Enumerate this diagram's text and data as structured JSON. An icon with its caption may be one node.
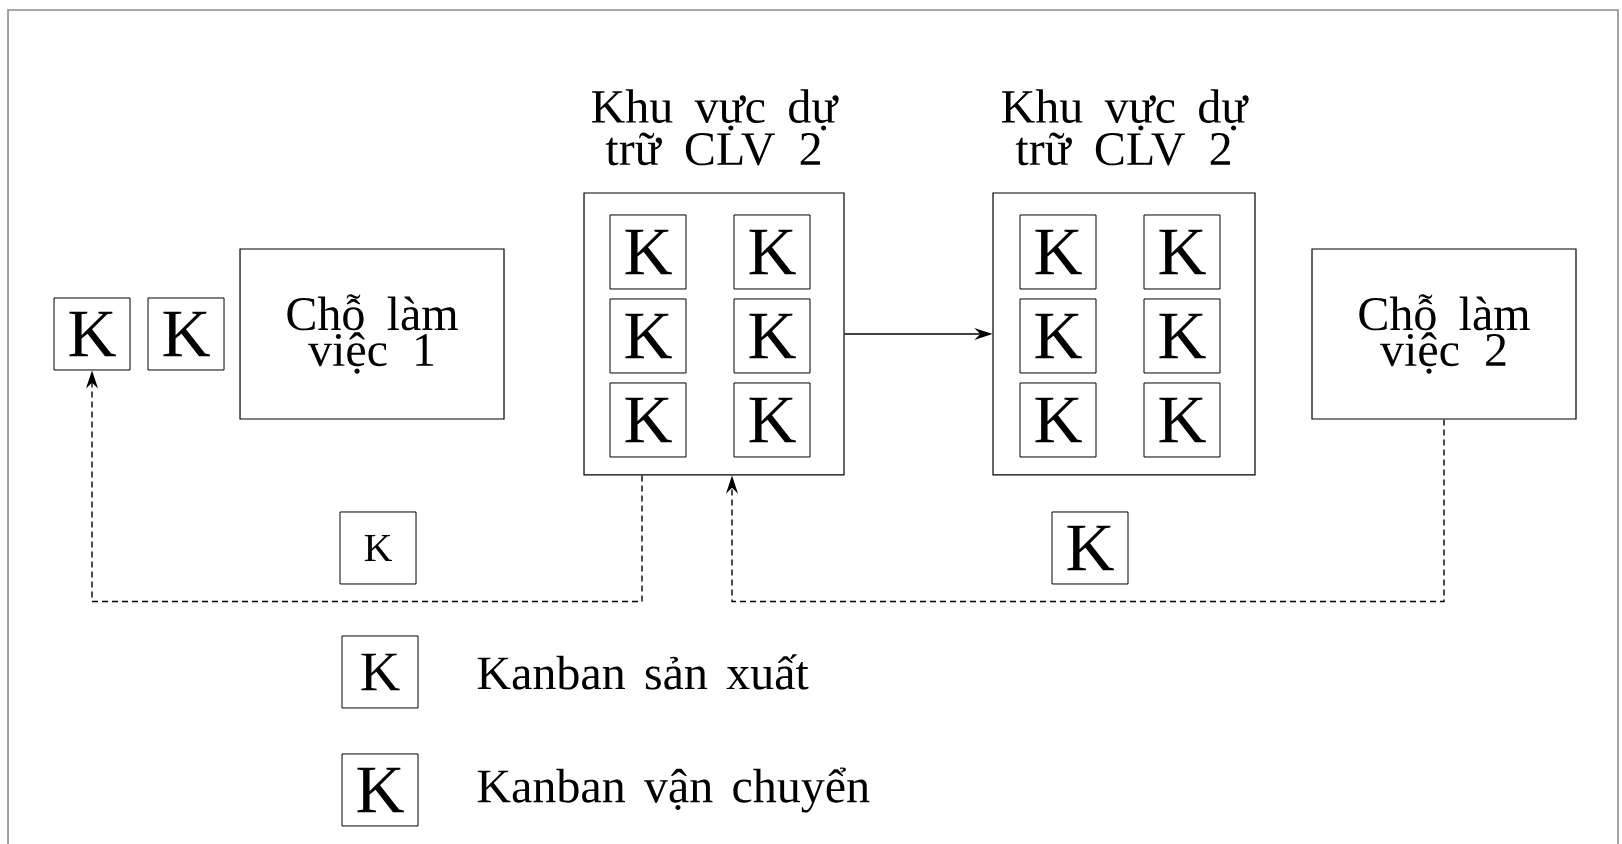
{
  "diagram": {
    "nodes": [
      {
        "text": [
          "K"
        ]
      },
      {
        "text": [
          "K"
        ]
      },
      {
        "text": [
          "Chỗ làm việc 1"
        ]
      },
      {
        "text": [
          "Khu vực dự trữ CLV 2"
        ]
      },
      {
        "text": [
          "K"
        ],
        "in": 3
      },
      {
        "text": [
          "K"
        ],
        "in": 3
      },
      {
        "text": [
          "K"
        ],
        "in": 3
      },
      {
        "text": [
          "K"
        ],
        "in": 3
      },
      {
        "text": [
          "K"
        ],
        "in": 3
      },
      {
        "text": [
          "K"
        ],
        "in": 3
      },
      {
        "text": [
          "Khu vực dự trữ CLV 2"
        ]
      },
      {
        "text": [
          "K"
        ],
        "in": 10
      },
      {
        "text": [
          "K"
        ],
        "in": 10
      },
      {
        "text": [
          "K"
        ],
        "in": 10
      },
      {
        "text": [
          "K"
        ],
        "in": 10
      },
      {
        "text": [
          "K"
        ],
        "in": 10
      },
      {
        "text": [
          "K"
        ],
        "in": 10
      },
      {
        "text": [
          "Chỗ làm việc 2"
        ]
      },
      {
        "text": [
          "K"
        ]
      },
      {
        "text": [
          "K"
        ]
      },
      {
        "text": [
          "K"
        ]
      },
      {
        "text": [
          "K"
        ]
      }
    ],
    "edges": [
      {
        "from": 3,
        "to": 0,
        "arrow": "to",
        "style": "dashed"
      },
      {
        "from": 3,
        "to": 10,
        "arrow": "to"
      },
      {
        "from": 17,
        "to": 3,
        "arrow": "to",
        "style": "dashed"
      }
    ],
    "legend": [
      {
        "text": "Kanban sản xuất"
      },
      {
        "text": "Kanban vận chuyển"
      }
    ]
  }
}
